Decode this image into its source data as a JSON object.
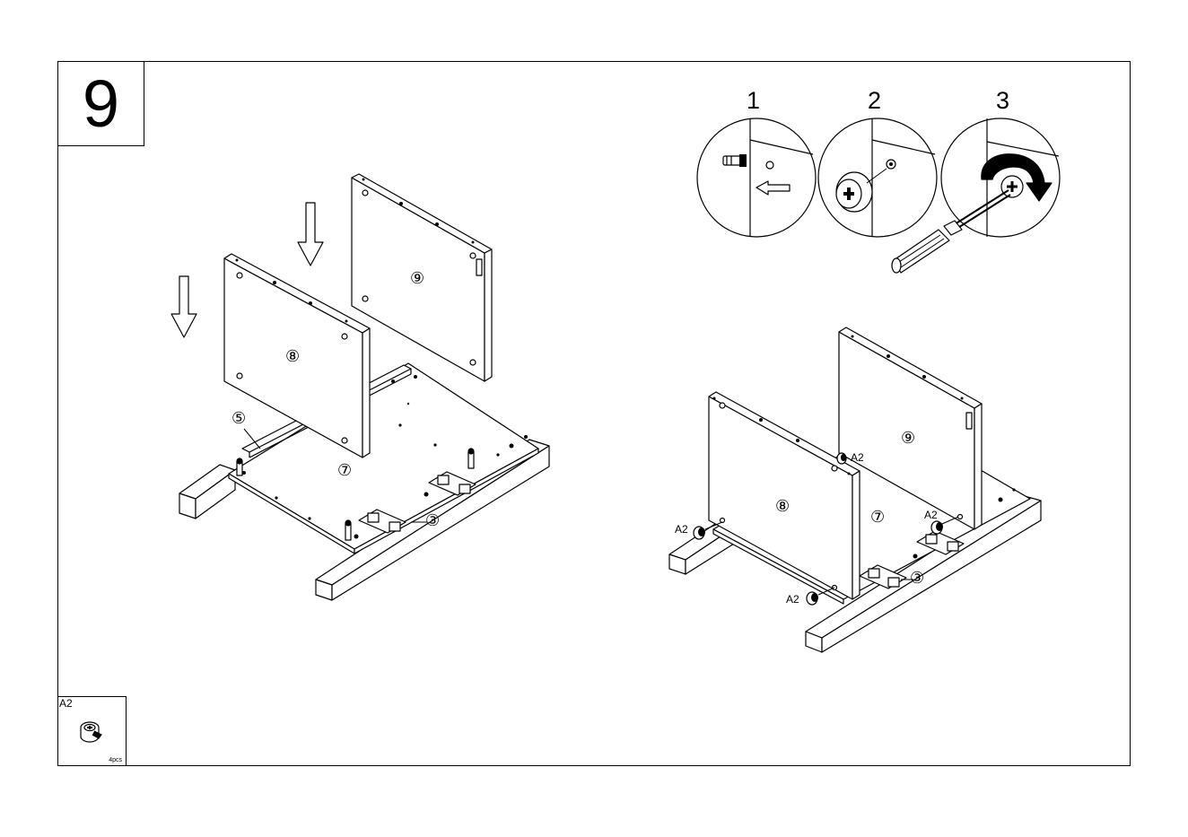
{
  "step": {
    "number": "9"
  },
  "substeps": {
    "one": "1",
    "two": "2",
    "three": "3"
  },
  "parts": {
    "code": "A2",
    "quantity": "4pcs"
  },
  "left_view": {
    "panel_nine": "⑨",
    "panel_eight": "⑧",
    "part_five": "⑤",
    "base_seven": "⑦",
    "part_three": "③"
  },
  "right_view": {
    "panel_nine": "⑨",
    "panel_eight": "⑧",
    "base_seven": "⑦",
    "part_three": "③",
    "fitting_labels": [
      "A2",
      "A2",
      "A2",
      "A2"
    ]
  },
  "icons": [
    "arrow-down-icon",
    "screwdriver-icon",
    "rotate-clockwise-icon",
    "cam-lock-icon",
    "dowel-icon",
    "arrow-left-icon"
  ]
}
